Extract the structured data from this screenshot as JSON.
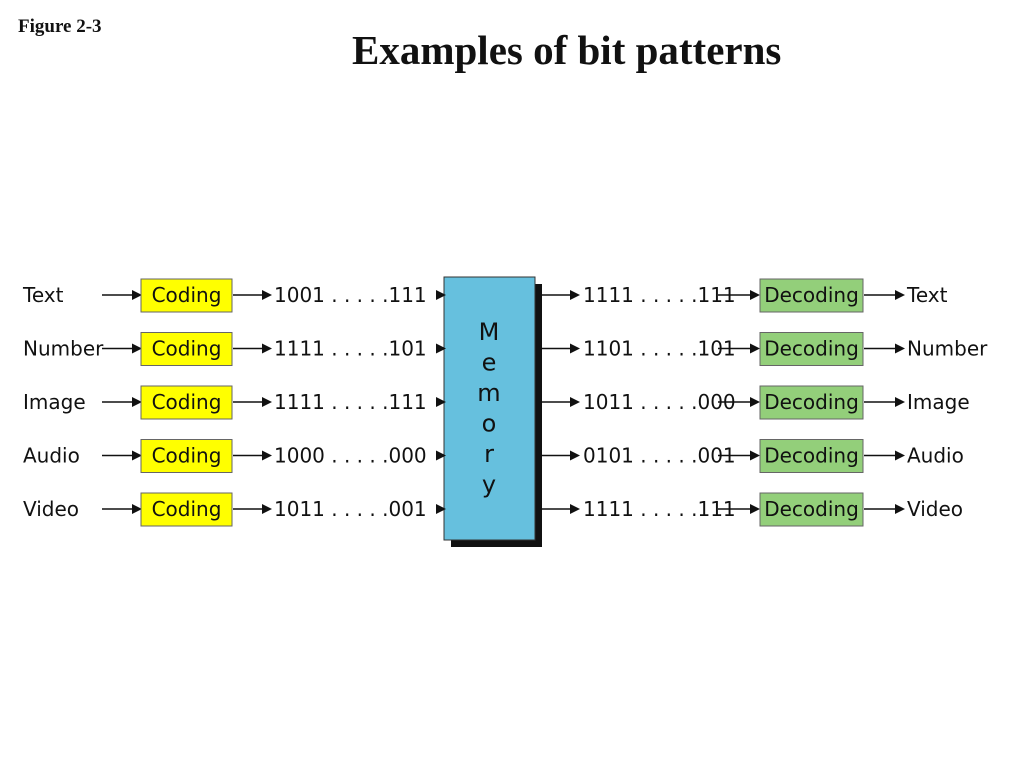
{
  "figure_label": "Figure 2-3",
  "title": "Examples of bit patterns",
  "memory": {
    "label_letters": [
      "M",
      "e",
      "m",
      "o",
      "r",
      "y"
    ],
    "fill_color": "#66c0de",
    "shadow_color": "#111111"
  },
  "coding": {
    "label": "Coding",
    "fill_color": "#ffff00"
  },
  "decoding": {
    "label": "Decoding",
    "fill_color": "#93cf7a"
  },
  "rows": [
    {
      "input": "Text",
      "in_pattern": "1001 . . . . .111",
      "out_pattern": "1111 . . . . .111",
      "output": "Text"
    },
    {
      "input": "Number",
      "in_pattern": "1111 . . . . .101",
      "out_pattern": "1101 . . . . .101",
      "output": "Number"
    },
    {
      "input": "Image",
      "in_pattern": "1111 . . . . .111",
      "out_pattern": "1011 . . . . .000",
      "output": "Image"
    },
    {
      "input": "Audio",
      "in_pattern": "1000 . . . . .000",
      "out_pattern": "0101 . . . . .001",
      "output": "Audio"
    },
    {
      "input": "Video",
      "in_pattern": "1011 . . . . .001",
      "out_pattern": "1111 . . . . .111",
      "output": "Video"
    }
  ]
}
